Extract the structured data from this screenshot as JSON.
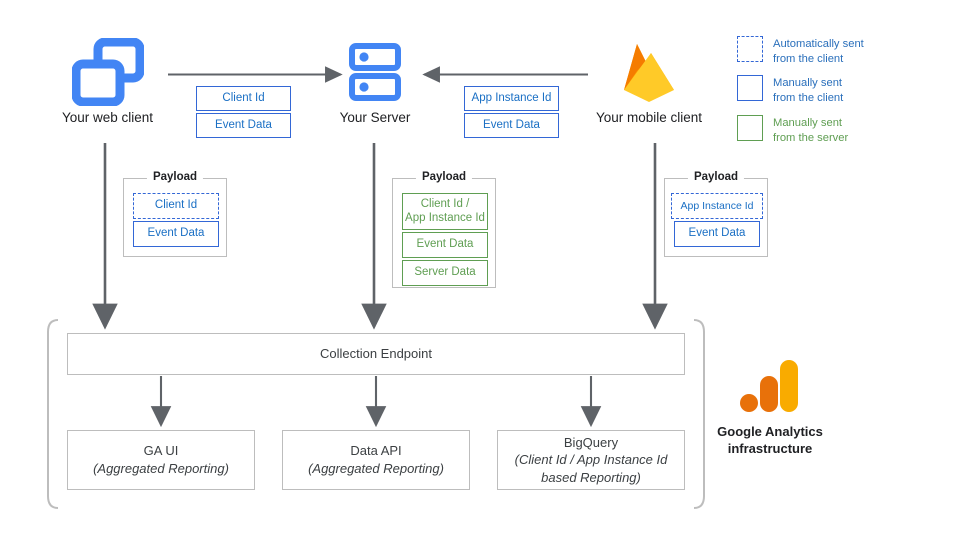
{
  "colors": {
    "blue": "#3367d6",
    "blue_text": "#1a6fc4",
    "green": "#5f9e52",
    "grey_line": "#bdbdbd",
    "arrow": "#5f6368",
    "text": "#202124",
    "firebase_light": "#ffc24a",
    "firebase_mid": "#f4bd62",
    "firebase_dark": "#f6820d",
    "firebase_amber": "#fde068",
    "ga_orange": "#e8710a",
    "ga_yellow": "#f9ab00"
  },
  "nodes": {
    "web_client": {
      "label": "Your web client",
      "icon": "web-windows-icon"
    },
    "server": {
      "label": "Your Server",
      "icon": "server-racks-icon"
    },
    "mobile_client": {
      "label": "Your mobile client",
      "icon": "firebase-flame-icon"
    }
  },
  "transport": {
    "web_to_server": [
      {
        "label": "Client Id",
        "style": "solid-blue"
      },
      {
        "label": "Event Data",
        "style": "solid-blue"
      }
    ],
    "mobile_to_server": [
      {
        "label": "App Instance Id",
        "style": "solid-blue"
      },
      {
        "label": "Event Data",
        "style": "solid-blue"
      }
    ]
  },
  "payloads": [
    {
      "title": "Payload",
      "source": "web-client",
      "items": [
        {
          "label": "Client Id",
          "style": "dashed-blue"
        },
        {
          "label": "Event Data",
          "style": "solid-blue"
        }
      ]
    },
    {
      "title": "Payload",
      "source": "server",
      "items": [
        {
          "label": "Client Id /\nApp Instance Id",
          "line1": "Client Id /",
          "line2": "App Instance Id",
          "style": "solid-green"
        },
        {
          "label": "Event Data",
          "style": "solid-green"
        },
        {
          "label": "Server Data",
          "style": "solid-green"
        }
      ]
    },
    {
      "title": "Payload",
      "source": "mobile-client",
      "items": [
        {
          "label": "App Instance Id",
          "style": "dashed-blue"
        },
        {
          "label": "Event Data",
          "style": "solid-blue"
        }
      ]
    }
  ],
  "legend": {
    "items": [
      {
        "style": "dashed-blue",
        "line1": "Automatically sent",
        "line2": "from the client",
        "color": "blue"
      },
      {
        "style": "solid-blue",
        "line1": "Manually sent",
        "line2": "from the client",
        "color": "blue"
      },
      {
        "style": "solid-green",
        "line1": "Manually sent",
        "line2": "from the server",
        "color": "green"
      }
    ]
  },
  "infrastructure": {
    "endpoint": {
      "label": "Collection Endpoint"
    },
    "outputs": [
      {
        "title": "GA UI",
        "sub_line1": "(Aggregated Reporting)",
        "sub_line2": ""
      },
      {
        "title": "Data API",
        "sub_line1": "(Aggregated Reporting)",
        "sub_line2": ""
      },
      {
        "title": "BigQuery",
        "sub_line1": "(Client Id / App Instance Id",
        "sub_line2": "based Reporting)"
      }
    ],
    "caption_line1": "Google Analytics",
    "caption_line2": "infrastructure",
    "logo_icon": "google-analytics-logo-icon"
  }
}
